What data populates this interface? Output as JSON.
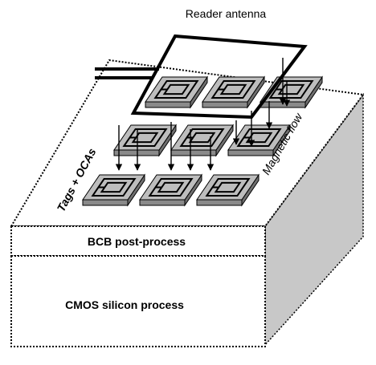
{
  "labels": {
    "reader_antenna": "Reader antenna",
    "tags_ocas": "Tags + OCAs",
    "magnetic_flow": "Magnetic flow",
    "bcb_layer": "BCB post-process",
    "cmos_layer": "CMOS silicon process"
  },
  "colors": {
    "side_face": "#c8c8c8",
    "chip_top": "#bdbdbd",
    "chip_side": "#8a8a8a",
    "line": "#000000",
    "background": "#ffffff"
  },
  "tag_grid": {
    "rows": 3,
    "columns": 3,
    "count": 9
  },
  "antenna": {
    "shape": "parallelogram loop with feed lines"
  }
}
